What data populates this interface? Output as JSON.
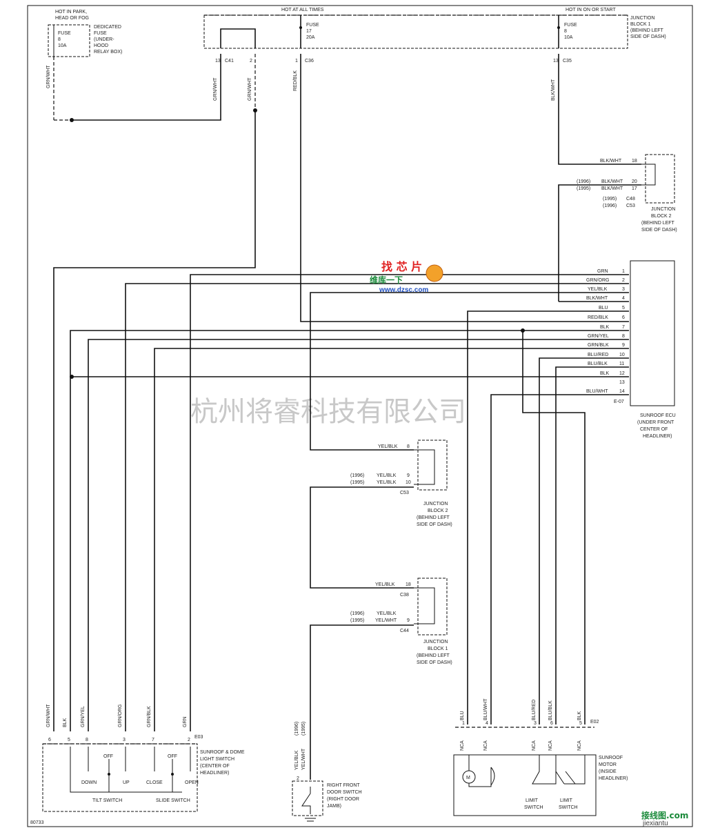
{
  "watermark": {
    "company": "杭州将睿科技有限公司"
  },
  "logo": {
    "line1": "找 芯 片",
    "line2": "维库一下",
    "url": "www.dzsc.com",
    "jx1": "接线图.com",
    "jx2": "jiexiantu"
  },
  "labels": {
    "hot_park_1": "HOT IN PARK,",
    "hot_park_2": "HEAD OR FOG",
    "dedicated_1": "DEDICATED",
    "dedicated_2": "FUSE",
    "dedicated_3": "(UNDER-",
    "dedicated_4": "HOOD",
    "dedicated_5": "RELAY BOX)",
    "hot_all_times": "HOT AT ALL TIMES",
    "hot_on_start": "HOT IN ON OR START",
    "jb1_1": "JUNCTION",
    "jb1_2": "BLOCK 1",
    "jb1_3": "(BEHIND LEFT",
    "jb1_4": "SIDE OF DASH)",
    "jb2_1": "JUNCTION",
    "jb2_2": "BLOCK 2",
    "jb2_3": "(BEHIND LEFT",
    "jb2_4": "SIDE OF DASH)",
    "ecu_1": "SUNROOF ECU",
    "ecu_2": "(UNDER FRONT",
    "ecu_3": "CENTER OF",
    "ecu_4": "HEADLINER)",
    "door_1": "RIGHT FRONT",
    "door_2": "DOOR SWITCH",
    "door_3": "(RIGHT DOOR",
    "door_4": "JAMB)",
    "sw_1": "SUNROOF & DOME",
    "sw_2": "LIGHT SWITCH",
    "sw_3": "(CENTER OF",
    "sw_4": "HEADLINER)",
    "off": "OFF",
    "down": "DOWN",
    "up": "UP",
    "close": "CLOSE",
    "open": "OPEN",
    "tilt_switch": "TILT SWITCH",
    "slide_switch": "SLIDE SWITCH",
    "nca": "NCA",
    "motor_m": "M",
    "limit": "LIMIT",
    "switch": "SWITCH",
    "motor_1": "SUNROOF",
    "motor_2": "MOTOR",
    "motor_3": "(INSIDE",
    "motor_4": "HEADLINER)",
    "diagram_id": "80733"
  },
  "fuses": {
    "f8a": {
      "label": "FUSE",
      "num": "8",
      "amp": "10A"
    },
    "f17": {
      "label": "FUSE",
      "num": "17",
      "amp": "20A"
    },
    "f8b": {
      "label": "FUSE",
      "num": "8",
      "amp": "10A"
    }
  },
  "connectors": {
    "c41": "C41",
    "c36": "C36",
    "c35": "C35",
    "c48": "C48",
    "c53": "C53",
    "c38": "C38",
    "c44": "C44",
    "e07": "E-07",
    "e03": "E03",
    "e02": "E02"
  },
  "years": {
    "y1996": "(1996)",
    "y1995": "(1995)"
  },
  "wires": {
    "grn_wht": "GRN/WHT",
    "red_blk": "RED/BLK",
    "blk_wht": "BLK/WHT",
    "yel_blk": "YEL/BLK",
    "yel_wht": "YEL/WHT",
    "blk": "BLK",
    "grn_yel": "GRN/YEL",
    "grn_org": "GRN/ORG",
    "grn_blk": "GRN/BLK",
    "grn": "GRN",
    "blu": "BLU",
    "blu_wht": "BLU/WHT",
    "blu_red": "BLU/RED",
    "blu_blk": "BLU/BLK"
  },
  "pins": {
    "c41_13": "13",
    "c41_2": "2",
    "c36_1": "1",
    "c35_13": "13",
    "jb2_18": "18",
    "jb2_20": "20",
    "jb2_17": "17",
    "jb2m_8": "8",
    "jb2m_9": "9",
    "jb2m_10": "10",
    "jb1l_18": "18",
    "jb1l_9": "9",
    "door_2": "2",
    "sw_6": "6",
    "sw_5": "5",
    "sw_8": "8",
    "sw_3": "3",
    "sw_7": "7",
    "sw_2": "2",
    "m_1": "1",
    "m_4": "4",
    "m_3": "3",
    "m_6": "6",
    "m_5": "5"
  },
  "ecu_pins": [
    {
      "pin": "1",
      "wire": "GRN"
    },
    {
      "pin": "2",
      "wire": "GRN/ORG"
    },
    {
      "pin": "3",
      "wire": "YEL/BLK"
    },
    {
      "pin": "4",
      "wire": "BLK/WHT"
    },
    {
      "pin": "5",
      "wire": "BLU"
    },
    {
      "pin": "6",
      "wire": "RED/BLK"
    },
    {
      "pin": "7",
      "wire": "BLK"
    },
    {
      "pin": "8",
      "wire": "GRN/YEL"
    },
    {
      "pin": "9",
      "wire": "GRN/BLK"
    },
    {
      "pin": "10",
      "wire": "BLU/RED"
    },
    {
      "pin": "11",
      "wire": "BLU/BLK"
    },
    {
      "pin": "12",
      "wire": "BLK"
    },
    {
      "pin": "13",
      "wire": ""
    },
    {
      "pin": "14",
      "wire": "BLU/WHT"
    }
  ]
}
